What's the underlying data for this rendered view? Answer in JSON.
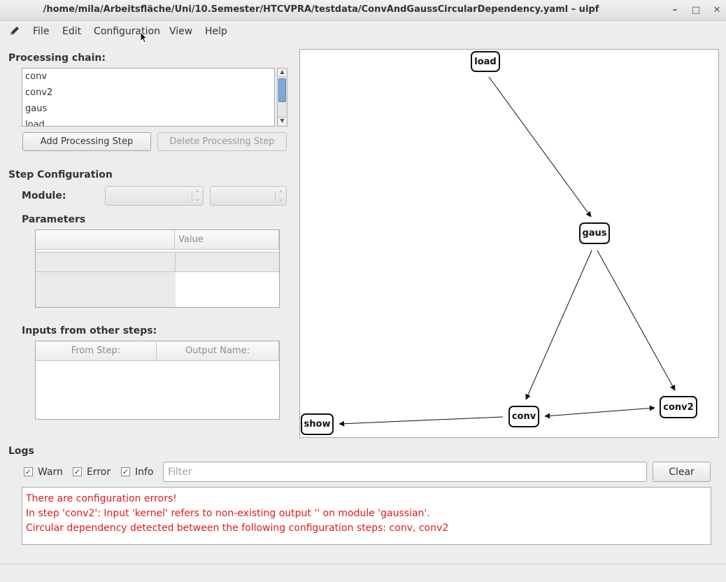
{
  "window": {
    "title": "/home/mila/Arbeitsfläche/Uni/10.Semester/HTCVPRA/testdata/ConvAndGaussCircularDependency.yaml – uipf",
    "minimize_symbol": "–",
    "maximize_symbol": "□",
    "close_symbol": "✕"
  },
  "menu": {
    "file": "File",
    "edit": "Edit",
    "configuration": "Configuration",
    "view": "View",
    "help": "Help"
  },
  "chain": {
    "label": "Processing chain:",
    "items": [
      "conv",
      "conv2",
      "gaus",
      "load"
    ],
    "add_button": "Add Processing Step",
    "delete_button": "Delete Processing Step"
  },
  "step_config": {
    "label": "Step Configuration",
    "module_label": "Module:",
    "module_value": "",
    "module_secondary_value": "",
    "parameters_label": "Parameters",
    "parameters_columns": [
      "",
      "Value"
    ],
    "inputs_label": "Inputs from other steps:",
    "inputs_columns": [
      "From Step:",
      "Output Name:"
    ]
  },
  "graph": {
    "nodes": [
      "load",
      "gaus",
      "conv",
      "conv2",
      "show"
    ],
    "edges": [
      {
        "from": "load",
        "to": "gaus"
      },
      {
        "from": "gaus",
        "to": "conv"
      },
      {
        "from": "gaus",
        "to": "conv2"
      },
      {
        "from": "conv",
        "to": "conv2",
        "bidirectional": true
      },
      {
        "from": "conv",
        "to": "show"
      }
    ]
  },
  "logs": {
    "label": "Logs",
    "warn_label": "Warn",
    "error_label": "Error",
    "info_label": "Info",
    "warn_checked": true,
    "error_checked": true,
    "info_checked": true,
    "filter_placeholder": "Filter",
    "filter_value": "",
    "clear_button": "Clear",
    "messages": [
      "There are configuration errors!",
      "In step 'conv2': Input 'kernel' refers to non-existing output '' on module 'gaussian'.",
      "Circular dependency detected between the following configuration steps: conv, conv2"
    ],
    "message_color": "#e01b1b"
  }
}
